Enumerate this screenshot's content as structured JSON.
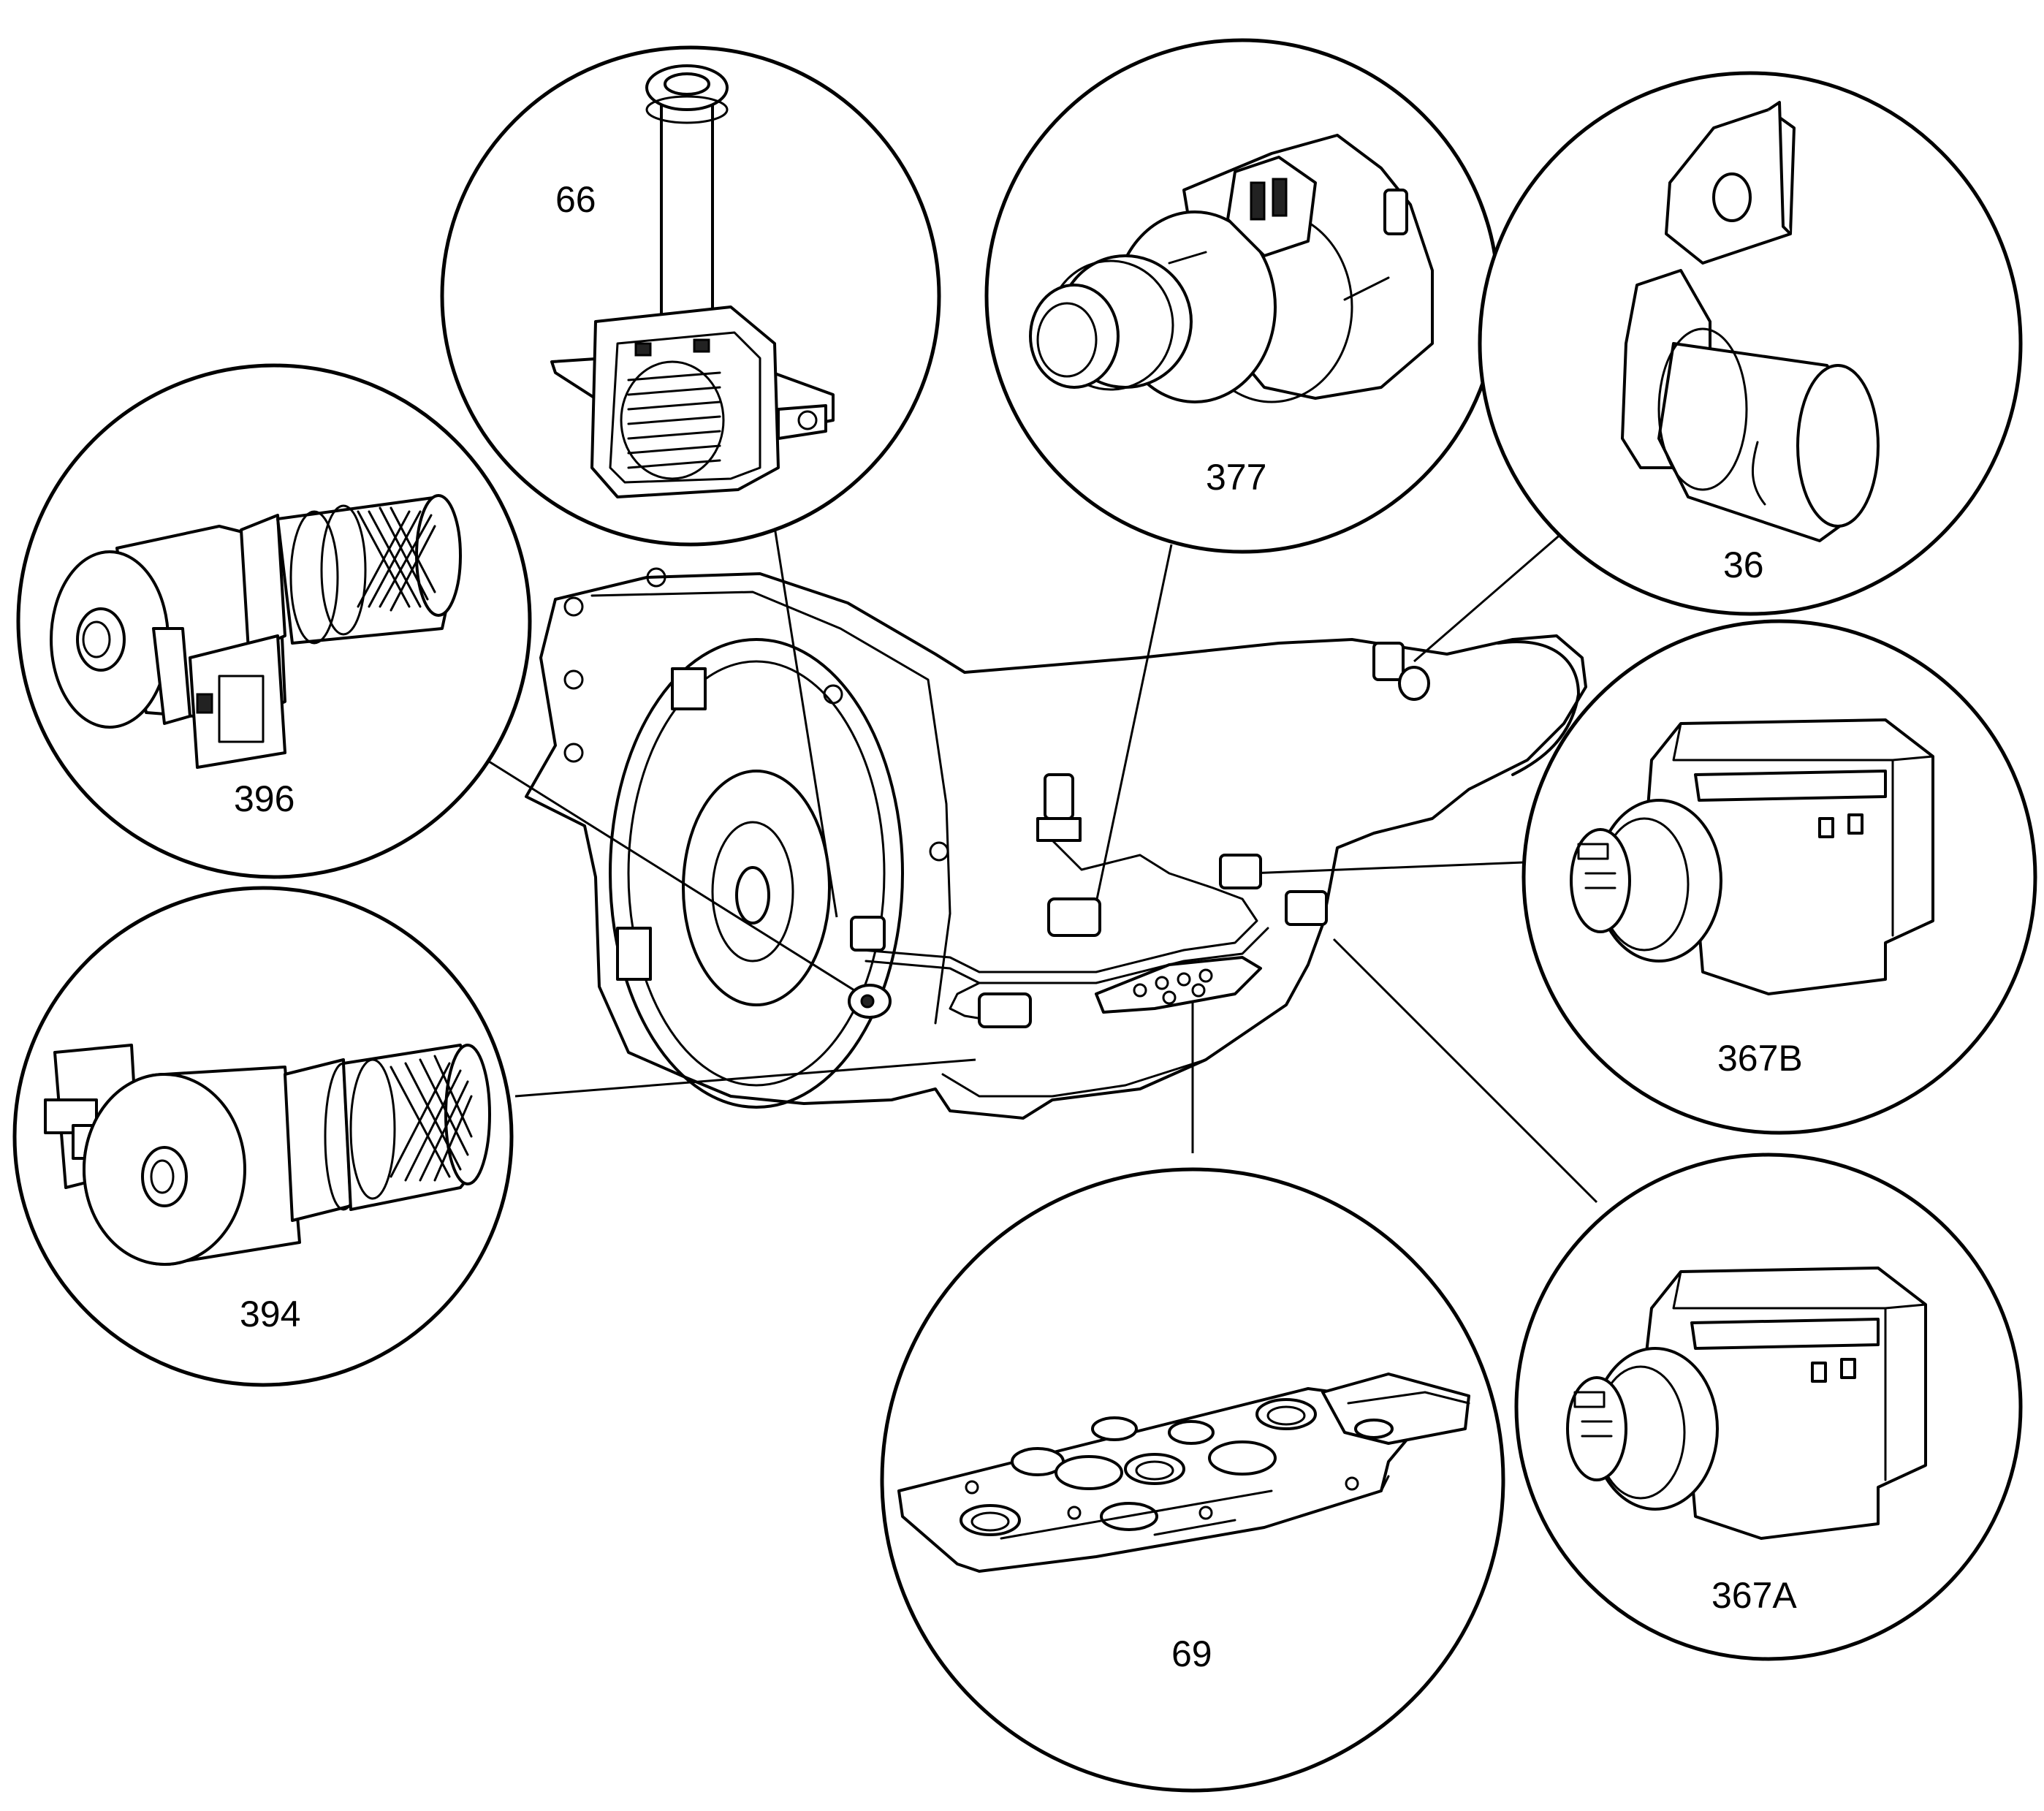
{
  "callouts": [
    {
      "id": "66",
      "label": "66"
    },
    {
      "id": "377",
      "label": "377"
    },
    {
      "id": "36",
      "label": "36"
    },
    {
      "id": "396",
      "label": "396"
    },
    {
      "id": "367B",
      "label": "367B"
    },
    {
      "id": "394",
      "label": "394"
    },
    {
      "id": "367A",
      "label": "367A"
    },
    {
      "id": "69",
      "label": "69"
    }
  ],
  "colors": {
    "line": "#000000",
    "background": "#ffffff"
  }
}
